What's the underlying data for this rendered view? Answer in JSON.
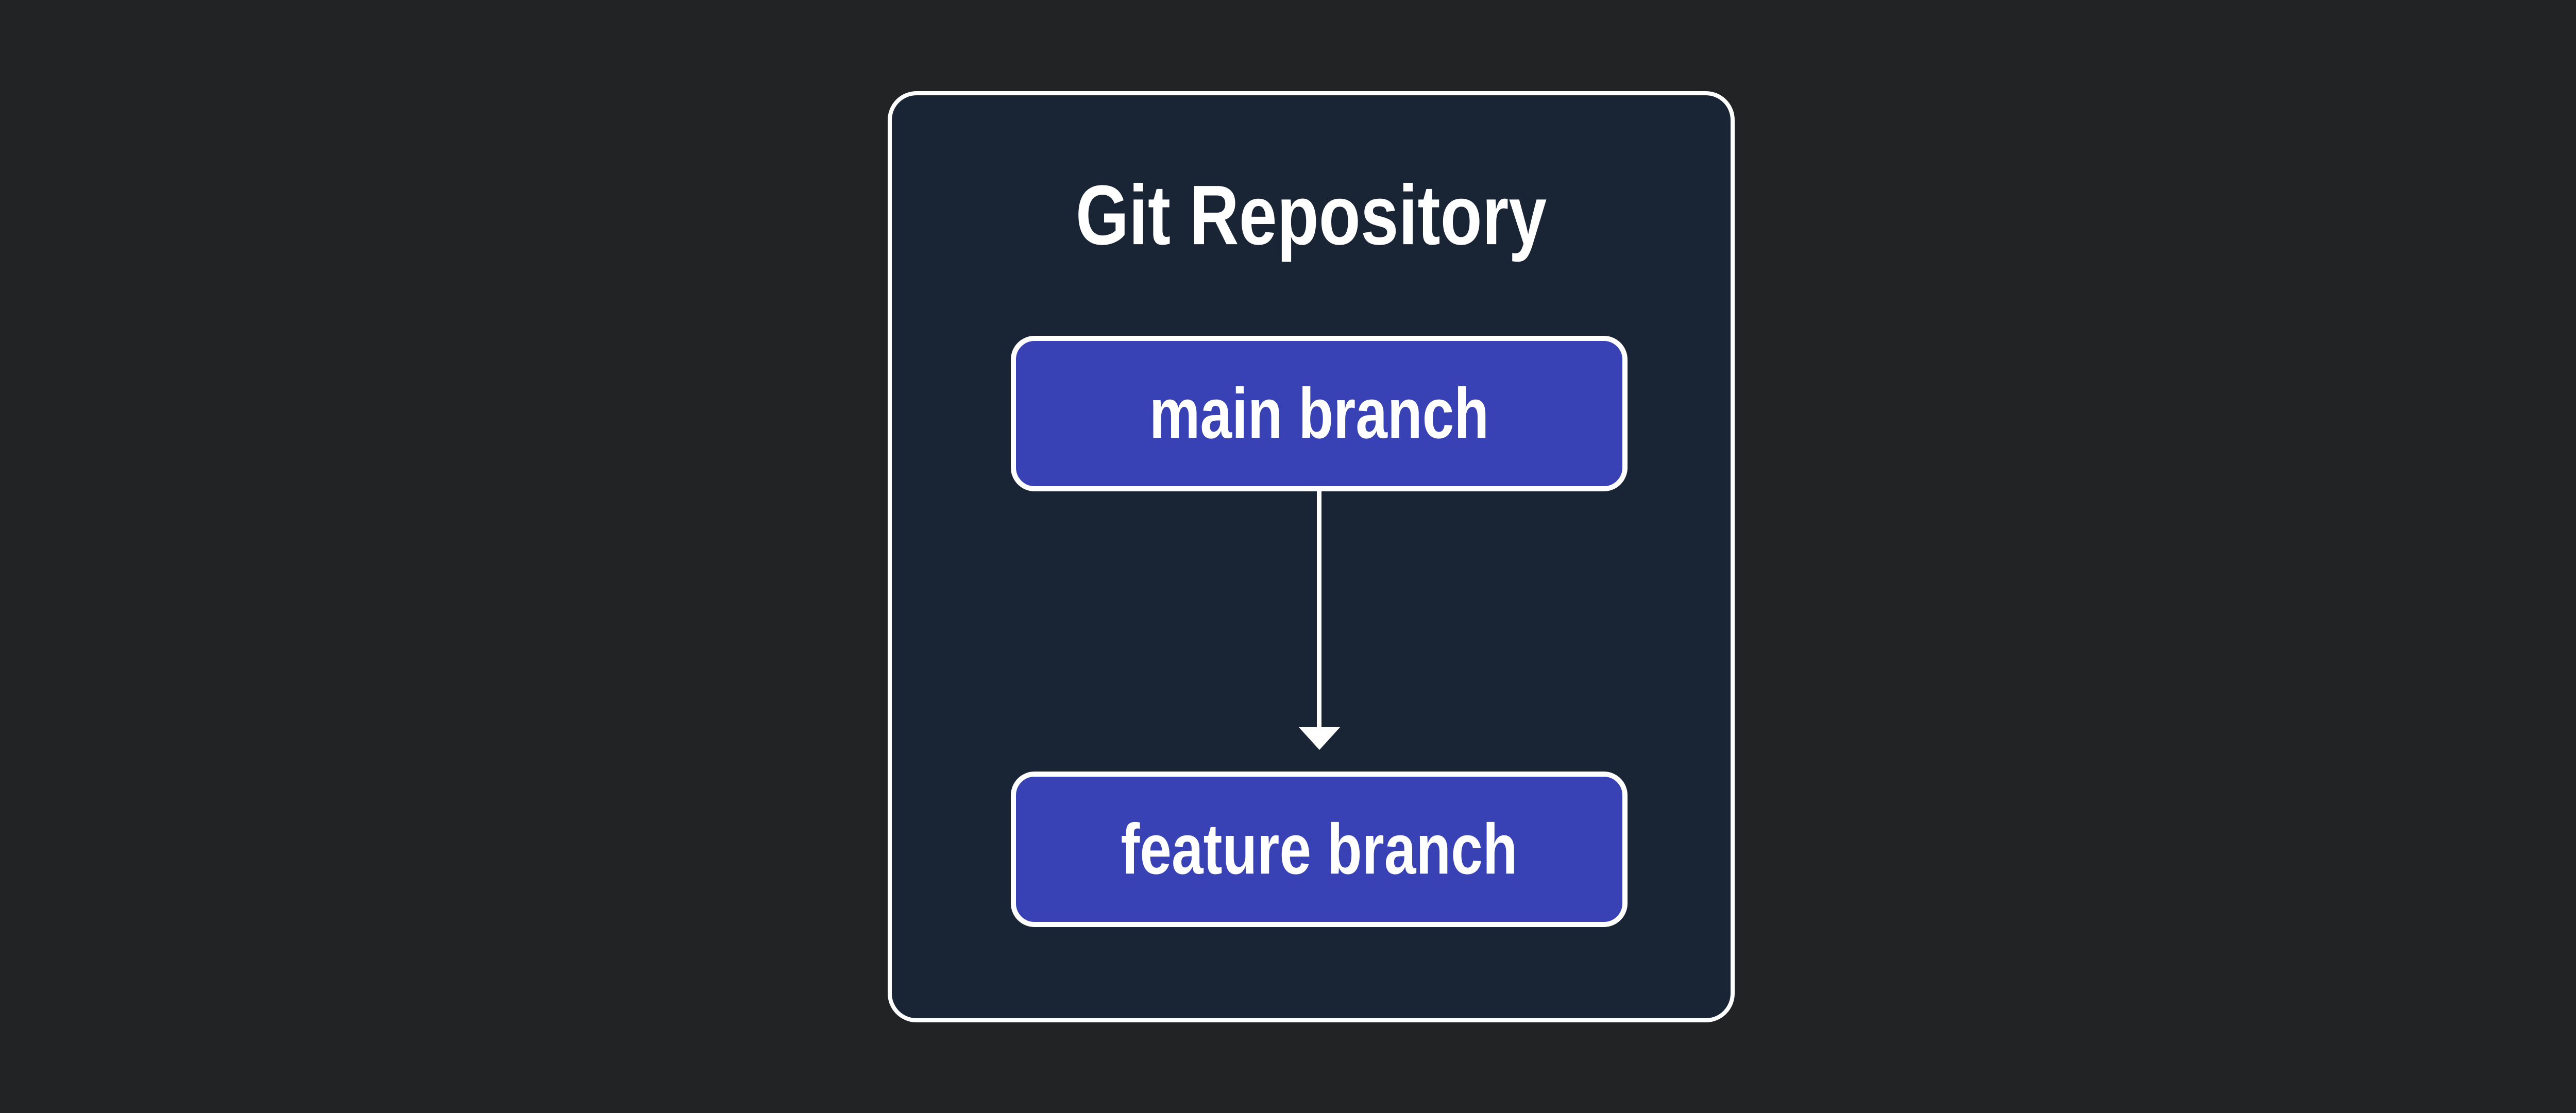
{
  "diagram": {
    "title": "Git Repository",
    "nodes": [
      {
        "id": "main",
        "label": "main branch"
      },
      {
        "id": "feature",
        "label": "feature branch"
      }
    ],
    "edges": [
      {
        "from": "main",
        "to": "feature",
        "direction": "down",
        "style": "arrow"
      }
    ],
    "colors": {
      "page_bg": "#222325",
      "container_bg": "#192434",
      "container_border": "#ffffff",
      "node_bg": "#3842b5",
      "node_border": "#ffffff",
      "text": "#ffffff",
      "arrow": "#ffffff"
    }
  }
}
